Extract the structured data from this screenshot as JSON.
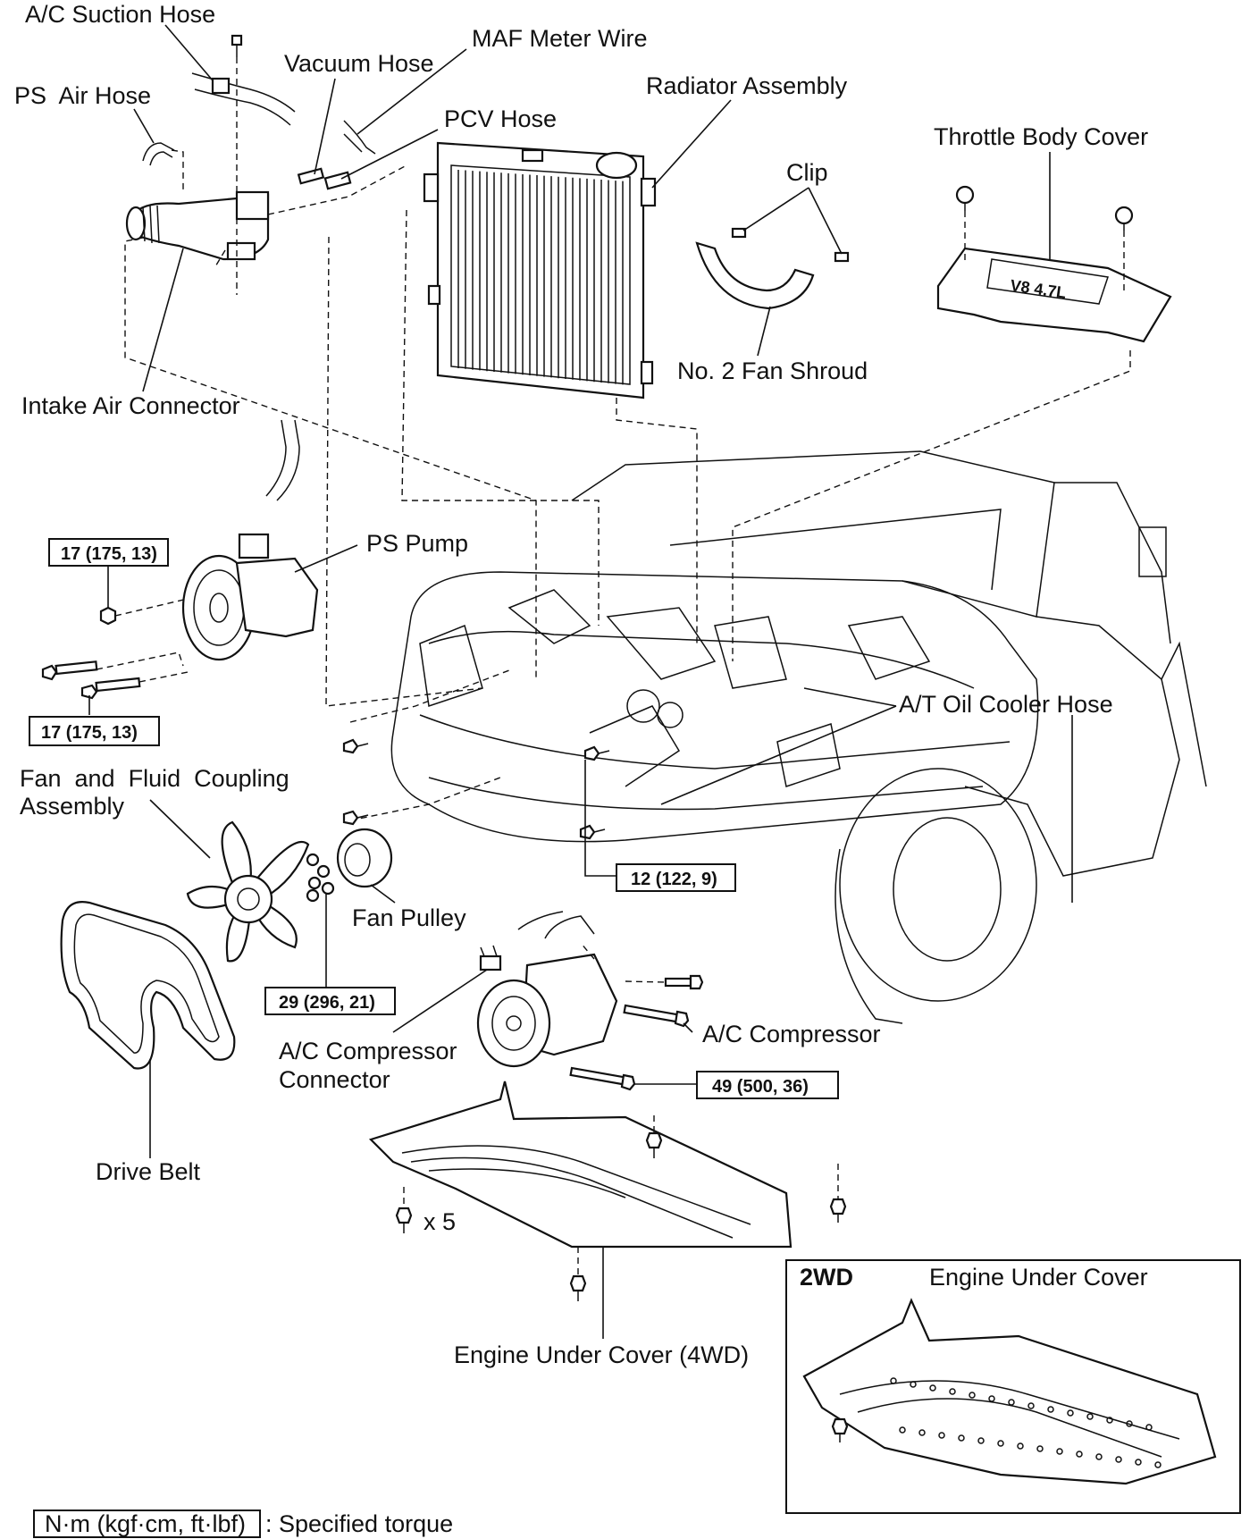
{
  "labels": {
    "ac_suction_hose": "A/C Suction Hose",
    "maf_meter_wire": "MAF Meter Wire",
    "vacuum_hose": "Vacuum Hose",
    "ps_air_hose": "PS  Air Hose",
    "pcv_hose": "PCV Hose",
    "radiator_assembly": "Radiator Assembly",
    "throttle_body_cover": "Throttle Body Cover",
    "clip": "Clip",
    "no2_fan_shroud": "No. 2 Fan Shroud",
    "intake_air_connector": "Intake Air Connector",
    "ps_pump": "PS Pump",
    "at_oil_cooler_hose": "A/T Oil Cooler Hose",
    "fan_coupling_line1": "Fan  and  Fluid  Coupling",
    "fan_coupling_line2": "Assembly",
    "fan_pulley": "Fan Pulley",
    "ac_compressor": "A/C Compressor",
    "ac_compressor_connector_line1": "A/C Compressor",
    "ac_compressor_connector_line2": "Connector",
    "drive_belt": "Drive Belt",
    "bolt_count": "x 5",
    "engine_under_cover_4wd": "Engine Under Cover (4WD)",
    "inset_variant": "2WD",
    "inset_engine_under_cover": "Engine Under Cover"
  },
  "torques": {
    "ps_pump_nut": "17 (175, 13)",
    "ps_pump_bolt": "17 (175, 13)",
    "oil_cooler_bolt": "12 (122, 9)",
    "fan_nuts": "29 (296, 21)",
    "compressor_bolt": "49 (500, 36)"
  },
  "legend": {
    "unit": "N·m (kgf·cm, ft·lbf)",
    "text": ": Specified torque"
  },
  "icons": [
    "bolt-icon",
    "nut-icon",
    "clip-icon"
  ]
}
